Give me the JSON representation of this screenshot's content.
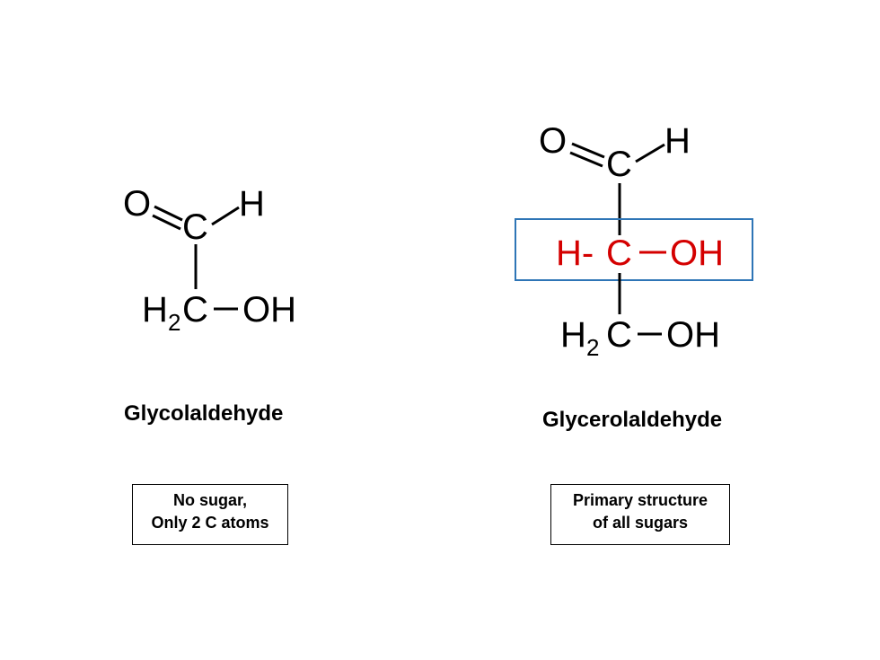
{
  "colors": {
    "text": "#000000",
    "highlight_text": "#d40000",
    "highlight_box": "#2e75b6"
  },
  "glycolaldehyde": {
    "atoms": {
      "o_top": "O",
      "c_top": "C",
      "h_top": "H",
      "h2c_h": "H",
      "h2c_sub": "2",
      "h2c_c": "C",
      "oh": "OH"
    },
    "name": "Glycolaldehyde",
    "note_line1": "No sugar,",
    "note_line2": "Only 2 C atoms"
  },
  "glycerolaldehyde": {
    "atoms": {
      "o_top": "O",
      "c_top": "C",
      "h_top": "H",
      "mid_h": "H-",
      "mid_c": "C",
      "mid_oh": "OH",
      "h2c_h": "H",
      "h2c_sub": "2",
      "h2c_c": "C",
      "oh": "OH"
    },
    "name": "Glycerolaldehyde",
    "note_line1": "Primary structure",
    "note_line2": "of all sugars"
  }
}
